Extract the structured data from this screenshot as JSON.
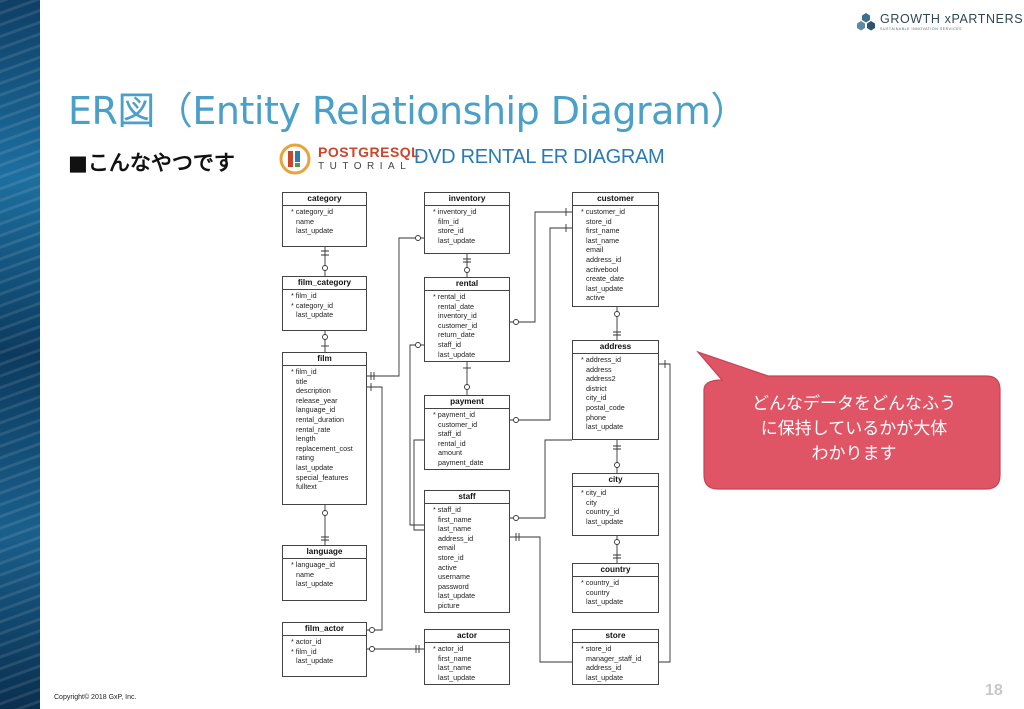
{
  "slide": {
    "title": "ER図（Entity Relationship Diagram）",
    "bullet": "■こんなやつです",
    "copyright": "Copyright© 2018 GxP, Inc.",
    "page_number": "18"
  },
  "brand": {
    "name": "GROWTH xPARTNERS",
    "tagline": "SUSTAINABLE INNOVATION SERVICES",
    "icon": "hexagon-cluster-icon"
  },
  "diagram_header": {
    "logo_name": "POSTGRESQL",
    "logo_sub": "TUTORIAL",
    "logo_icon": "postgresql-tutorial-logo",
    "heading": "DVD RENTAL ER DIAGRAM"
  },
  "callout": {
    "lines": [
      "どんなデータをどんなふう",
      "に保持しているかが大体",
      "わかります"
    ],
    "color": "#e05566"
  },
  "colors": {
    "title": "#4aa0c8",
    "pg_red": "#c9462c",
    "pg_blue": "#2a7ab6"
  },
  "entities": {
    "category": {
      "name": "category",
      "fields": [
        {
          "text": "category_id",
          "pk": true
        },
        {
          "text": "name",
          "pk": false
        },
        {
          "text": "last_update",
          "pk": false
        }
      ]
    },
    "film_category": {
      "name": "film_category",
      "fields": [
        {
          "text": "film_id",
          "pk": true
        },
        {
          "text": "category_id",
          "pk": true
        },
        {
          "text": "last_update",
          "pk": false
        }
      ]
    },
    "film": {
      "name": "film",
      "fields": [
        {
          "text": "film_id",
          "pk": true
        },
        {
          "text": "title",
          "pk": false
        },
        {
          "text": "description",
          "pk": false
        },
        {
          "text": "release_year",
          "pk": false
        },
        {
          "text": "language_id",
          "pk": false
        },
        {
          "text": "rental_duration",
          "pk": false
        },
        {
          "text": "rental_rate",
          "pk": false
        },
        {
          "text": "length",
          "pk": false
        },
        {
          "text": "replacement_cost",
          "pk": false
        },
        {
          "text": "rating",
          "pk": false
        },
        {
          "text": "last_update",
          "pk": false
        },
        {
          "text": "special_features",
          "pk": false
        },
        {
          "text": "fulltext",
          "pk": false
        }
      ]
    },
    "language": {
      "name": "language",
      "fields": [
        {
          "text": "language_id",
          "pk": true
        },
        {
          "text": "name",
          "pk": false
        },
        {
          "text": "last_update",
          "pk": false
        }
      ]
    },
    "film_actor": {
      "name": "film_actor",
      "fields": [
        {
          "text": "actor_id",
          "pk": true
        },
        {
          "text": "film_id",
          "pk": true
        },
        {
          "text": "last_update",
          "pk": false
        }
      ]
    },
    "inventory": {
      "name": "inventory",
      "fields": [
        {
          "text": "inventory_id",
          "pk": true
        },
        {
          "text": "film_id",
          "pk": false
        },
        {
          "text": "store_id",
          "pk": false
        },
        {
          "text": "last_update",
          "pk": false
        }
      ]
    },
    "rental": {
      "name": "rental",
      "fields": [
        {
          "text": "rental_id",
          "pk": true
        },
        {
          "text": "rental_date",
          "pk": false
        },
        {
          "text": "inventory_id",
          "pk": false
        },
        {
          "text": "customer_id",
          "pk": false
        },
        {
          "text": "return_date",
          "pk": false
        },
        {
          "text": "staff_id",
          "pk": false
        },
        {
          "text": "last_update",
          "pk": false
        }
      ]
    },
    "payment": {
      "name": "payment",
      "fields": [
        {
          "text": "payment_id",
          "pk": true
        },
        {
          "text": "customer_id",
          "pk": false
        },
        {
          "text": "staff_id",
          "pk": false
        },
        {
          "text": "rental_id",
          "pk": false
        },
        {
          "text": "amount",
          "pk": false
        },
        {
          "text": "payment_date",
          "pk": false
        }
      ]
    },
    "staff": {
      "name": "staff",
      "fields": [
        {
          "text": "staff_id",
          "pk": true
        },
        {
          "text": "first_name",
          "pk": false
        },
        {
          "text": "last_name",
          "pk": false
        },
        {
          "text": "address_id",
          "pk": false
        },
        {
          "text": "email",
          "pk": false
        },
        {
          "text": "store_id",
          "pk": false
        },
        {
          "text": "active",
          "pk": false
        },
        {
          "text": "username",
          "pk": false
        },
        {
          "text": "password",
          "pk": false
        },
        {
          "text": "last_update",
          "pk": false
        },
        {
          "text": "picture",
          "pk": false
        }
      ]
    },
    "actor": {
      "name": "actor",
      "fields": [
        {
          "text": "actor_id",
          "pk": true
        },
        {
          "text": "first_name",
          "pk": false
        },
        {
          "text": "last_name",
          "pk": false
        },
        {
          "text": "last_update",
          "pk": false
        }
      ]
    },
    "customer": {
      "name": "customer",
      "fields": [
        {
          "text": "customer_id",
          "pk": true
        },
        {
          "text": "store_id",
          "pk": false
        },
        {
          "text": "first_name",
          "pk": false
        },
        {
          "text": "last_name",
          "pk": false
        },
        {
          "text": "email",
          "pk": false
        },
        {
          "text": "address_id",
          "pk": false
        },
        {
          "text": "activebool",
          "pk": false
        },
        {
          "text": "create_date",
          "pk": false
        },
        {
          "text": "last_update",
          "pk": false
        },
        {
          "text": "active",
          "pk": false
        }
      ]
    },
    "address": {
      "name": "address",
      "fields": [
        {
          "text": "address_id",
          "pk": true
        },
        {
          "text": "address",
          "pk": false
        },
        {
          "text": "address2",
          "pk": false
        },
        {
          "text": "district",
          "pk": false
        },
        {
          "text": "city_id",
          "pk": false
        },
        {
          "text": "postal_code",
          "pk": false
        },
        {
          "text": "phone",
          "pk": false
        },
        {
          "text": "last_update",
          "pk": false
        }
      ]
    },
    "city": {
      "name": "city",
      "fields": [
        {
          "text": "city_id",
          "pk": true
        },
        {
          "text": "city",
          "pk": false
        },
        {
          "text": "country_id",
          "pk": false
        },
        {
          "text": "last_update",
          "pk": false
        }
      ]
    },
    "country": {
      "name": "country",
      "fields": [
        {
          "text": "country_id",
          "pk": true
        },
        {
          "text": "country",
          "pk": false
        },
        {
          "text": "last_update",
          "pk": false
        }
      ]
    },
    "store": {
      "name": "store",
      "fields": [
        {
          "text": "store_id",
          "pk": true
        },
        {
          "text": "manager_staff_id",
          "pk": false
        },
        {
          "text": "address_id",
          "pk": false
        },
        {
          "text": "last_update",
          "pk": false
        }
      ]
    }
  }
}
